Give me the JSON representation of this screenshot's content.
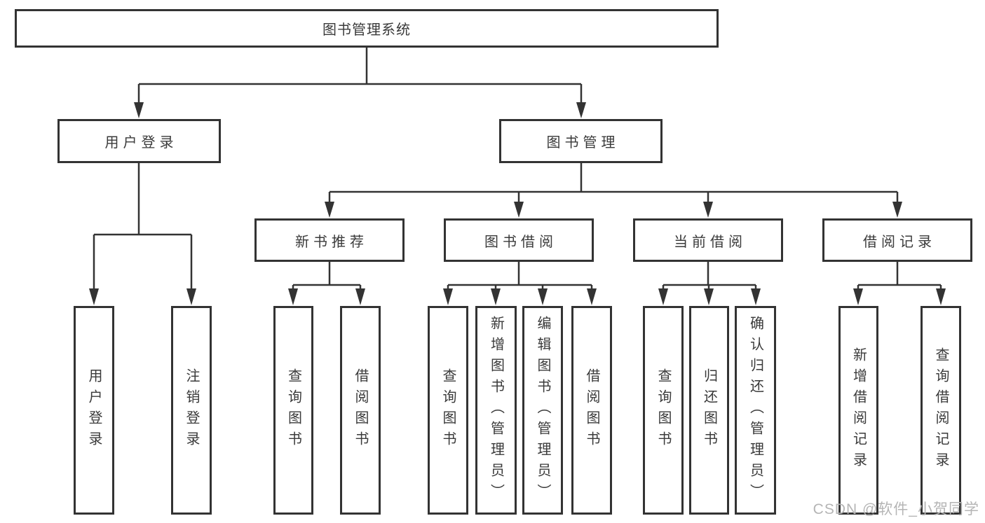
{
  "colors": {
    "line": "#333333",
    "border": "#333333",
    "text": "#3a3a3a",
    "background": "#ffffff",
    "watermark": "#b5b5b5"
  },
  "watermark": "CSDN @软件_小贺同学",
  "tree": {
    "root": {
      "label": "图书管理系统"
    },
    "branches": [
      {
        "label": "用户登录",
        "children": [
          {
            "label": "用户登录"
          },
          {
            "label": "注销登录"
          }
        ]
      },
      {
        "label": "图书管理",
        "children": [
          {
            "label": "新书推荐",
            "children": [
              {
                "label": "查询图书"
              },
              {
                "label": "借阅图书"
              }
            ]
          },
          {
            "label": "图书借阅",
            "children": [
              {
                "label": "查询图书"
              },
              {
                "label": "新增图书（管理员）"
              },
              {
                "label": "编辑图书（管理员）"
              },
              {
                "label": "借阅图书"
              }
            ]
          },
          {
            "label": "当前借阅",
            "children": [
              {
                "label": "查询图书"
              },
              {
                "label": "归还图书"
              },
              {
                "label": "确认归还（管理员）"
              }
            ]
          },
          {
            "label": "借阅记录",
            "children": [
              {
                "label": "新增借阅记录"
              },
              {
                "label": "查询借阅记录"
              }
            ]
          }
        ]
      }
    ]
  }
}
